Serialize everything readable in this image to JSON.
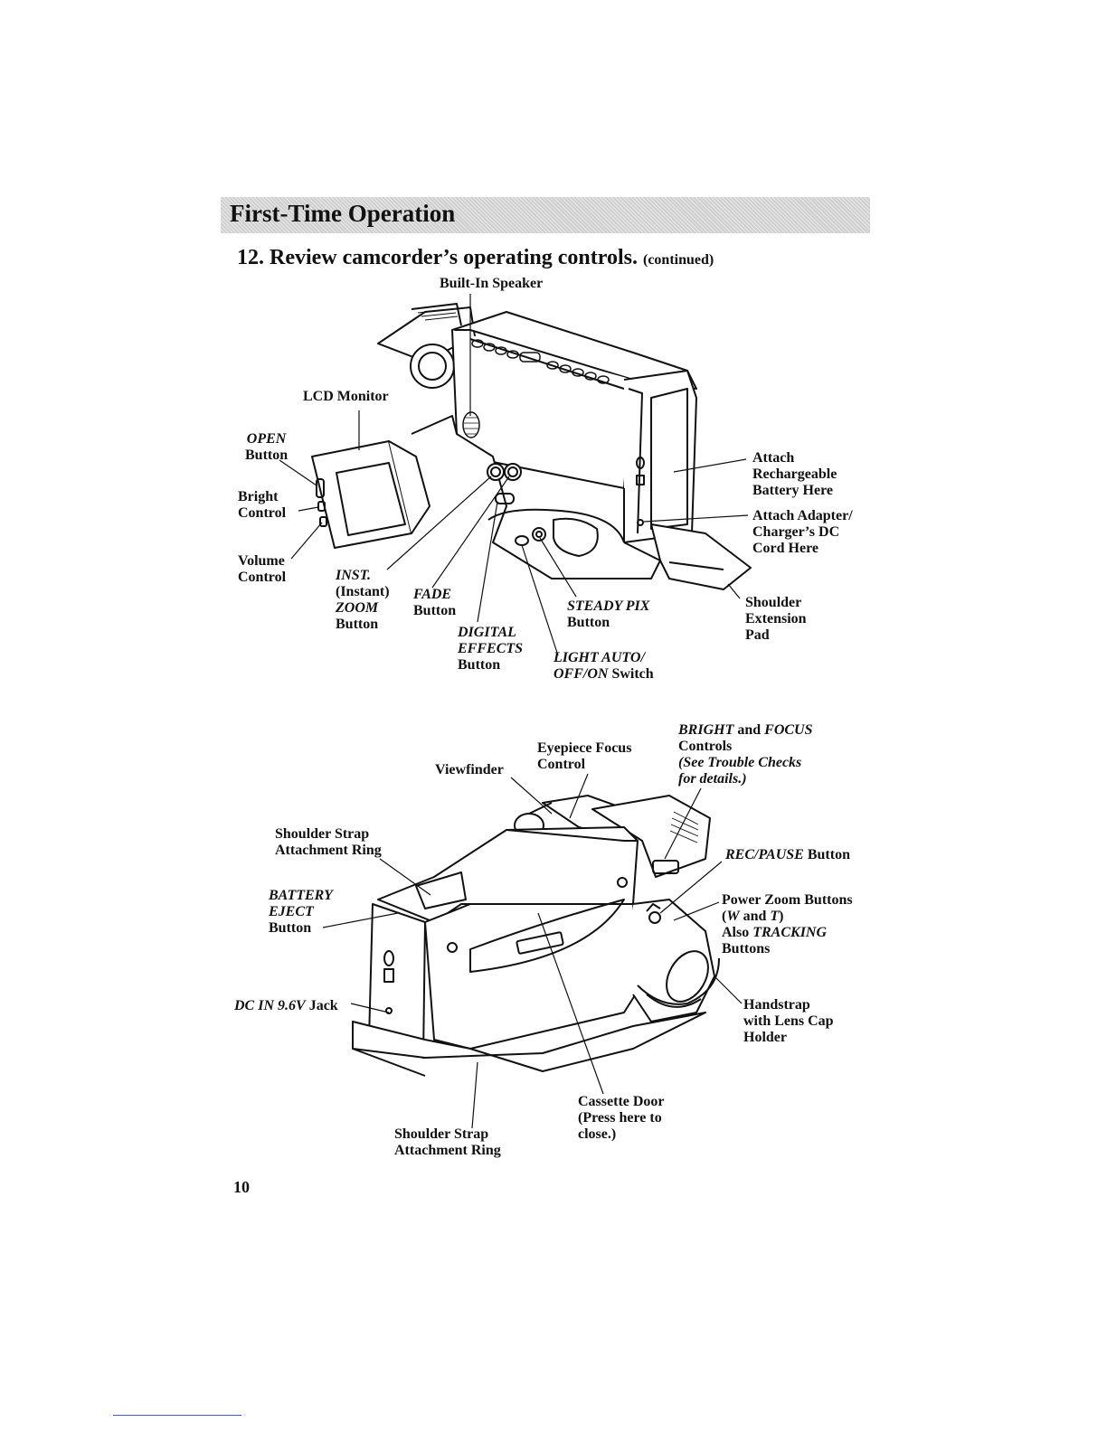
{
  "header": {
    "section_title": "First-Time Operation"
  },
  "step": {
    "number": "12.",
    "text": "Review camcorder’s operating controls.",
    "continued": "(continued)"
  },
  "figure1": {
    "built_in_speaker": "Built-In Speaker",
    "lcd_monitor": "LCD Monitor",
    "open_button": {
      "name": "OPEN",
      "suffix": "Button"
    },
    "bright_control": {
      "line1": "Bright",
      "line2": "Control"
    },
    "volume_control": {
      "line1": "Volume",
      "line2": "Control"
    },
    "inst_zoom": {
      "line1": "INST.",
      "line2": "(Instant)",
      "line3": "ZOOM",
      "line4": "Button"
    },
    "fade": {
      "name": "FADE",
      "suffix": "Button"
    },
    "digital_effects": {
      "line1": "DIGITAL",
      "line2": "EFFECTS",
      "line3": "Button"
    },
    "steady_pix": {
      "name": "STEADY PIX",
      "suffix": "Button"
    },
    "light": {
      "line1": "LIGHT AUTO/",
      "line2_italic": "OFF/ON",
      "line2_rest": " Switch"
    },
    "battery": {
      "line1": "Attach",
      "line2": "Rechargeable",
      "line3": "Battery Here"
    },
    "adapter": {
      "line1": "Attach Adapter/",
      "line2": "Charger’s DC",
      "line3": "Cord Here"
    },
    "shoulder_pad": {
      "line1": "Shoulder",
      "line2": "Extension",
      "line3": "Pad"
    }
  },
  "figure2": {
    "bright_focus": {
      "bright": "BRIGHT",
      "and": " and ",
      "focus": "FOCUS",
      "line2": "Controls",
      "line3": "(See Trouble Checks",
      "line4": "for details.)"
    },
    "eyepiece": {
      "line1": "Eyepiece Focus",
      "line2": "Control"
    },
    "viewfinder": "Viewfinder",
    "strap_top": {
      "line1": "Shoulder Strap",
      "line2": "Attachment Ring"
    },
    "battery_eject": {
      "line1": "BATTERY",
      "line2": "EJECT",
      "line3": "Button"
    },
    "dc_in": {
      "name": "DC IN 9.6V",
      "suffix": " Jack"
    },
    "rec_pause": {
      "name": "REC/PAUSE",
      "suffix": " Button"
    },
    "power_zoom": {
      "line1": "Power Zoom Buttons",
      "w": "W",
      "and": " and ",
      "t": "T",
      "line3_pre": "Also ",
      "tracking": "TRACKING",
      "line4": "Buttons"
    },
    "handstrap": {
      "line1": "Handstrap",
      "line2": "with Lens Cap",
      "line3": "Holder"
    },
    "cassette": {
      "line1": "Cassette Door",
      "line2": "(Press here to",
      "line3": "close.)"
    },
    "strap_bottom": {
      "line1": "Shoulder Strap",
      "line2": "Attachment Ring"
    }
  },
  "page_number": "10"
}
